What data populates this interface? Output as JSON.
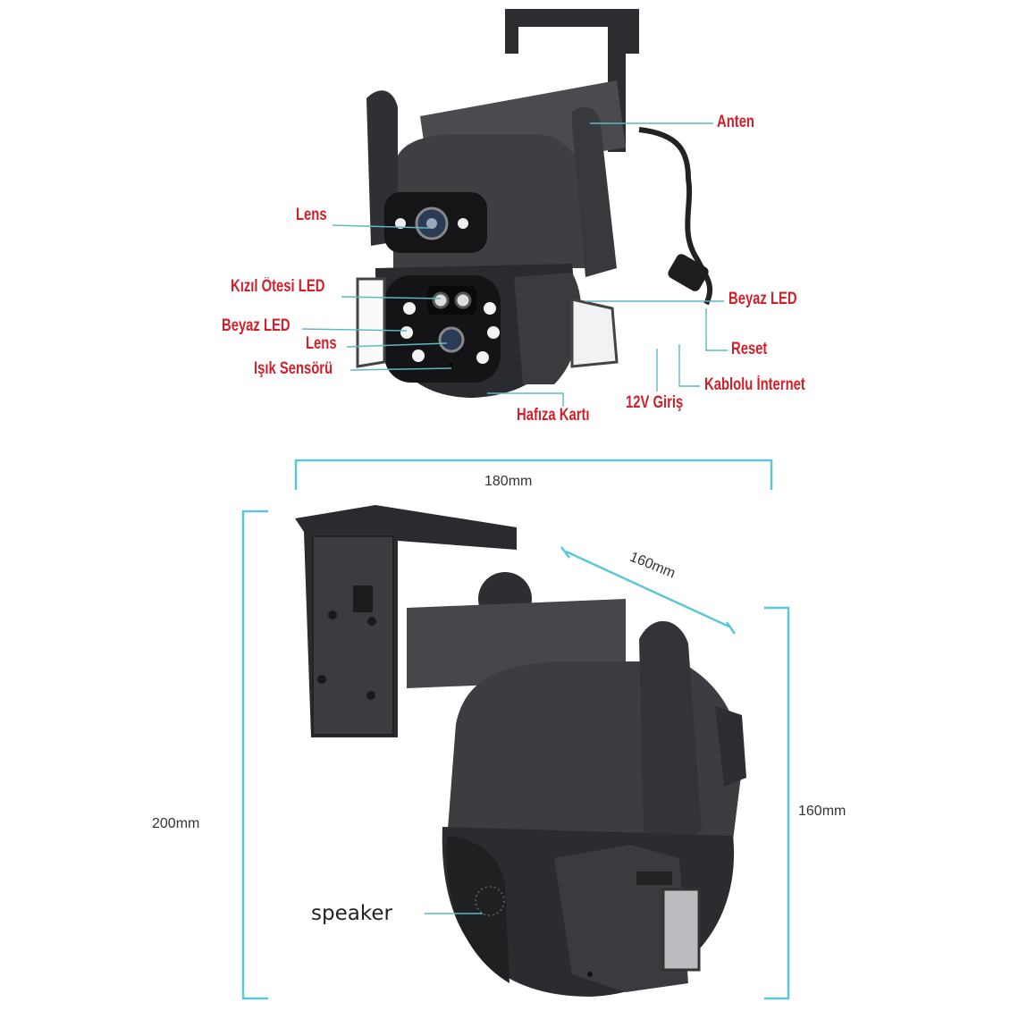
{
  "colors": {
    "label": "#d2202a",
    "leader": "#5fb8c0",
    "body": "#3a3b3e"
  },
  "callouts": {
    "antenna": "Anten",
    "lens_top": "Lens",
    "ir_led": "Kızıl Ötesi LED",
    "white_led_left": "Beyaz LED",
    "lens_bottom": "Lens",
    "light_sensor": "Işık Sensörü",
    "memory_card": "Hafıza Kartı",
    "white_led_right": "Beyaz LED",
    "reset": "Reset",
    "power_input": "12V Giriş",
    "wired_internet": "Kablolu İnternet"
  },
  "dimensions": {
    "width": "180mm",
    "depth": "160mm",
    "height_total": "200mm",
    "height_body": "160mm",
    "speaker": "speaker"
  }
}
